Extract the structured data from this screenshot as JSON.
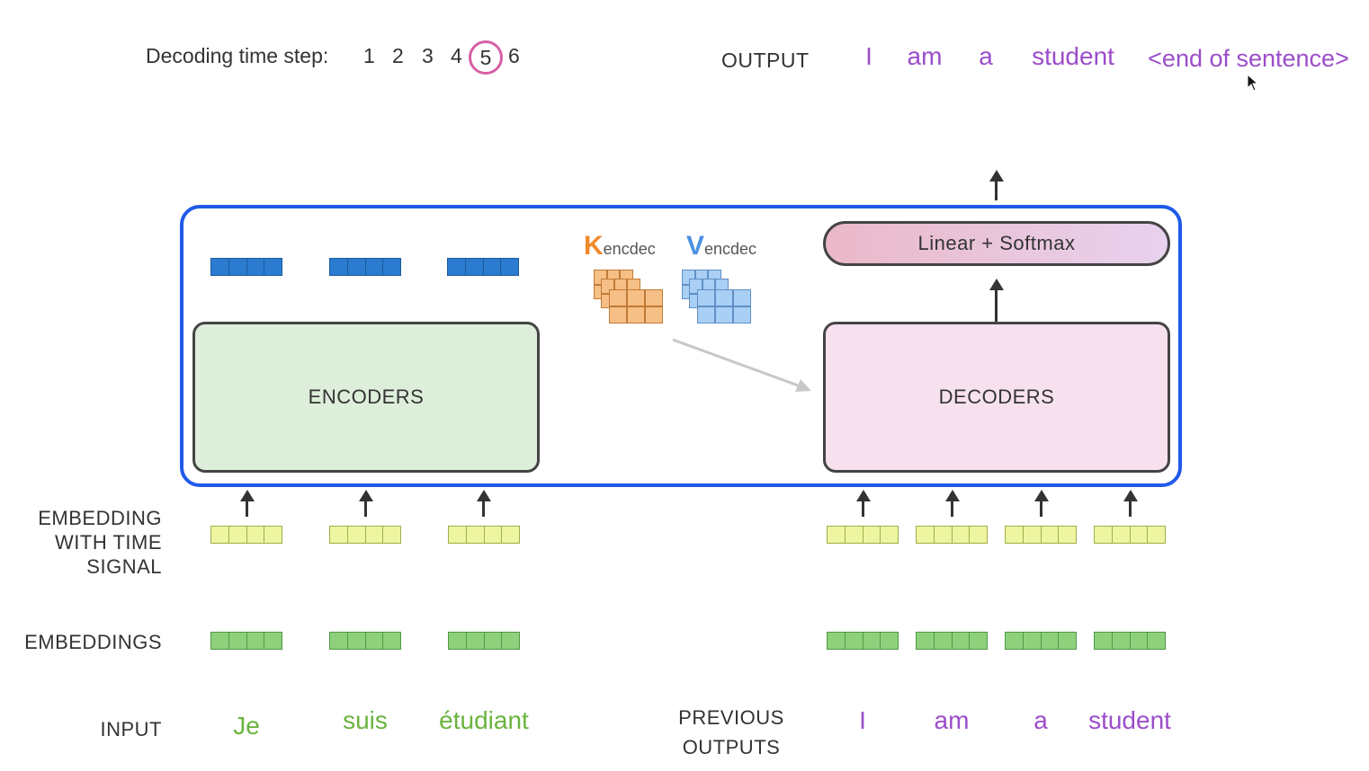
{
  "top": {
    "step_label": "Decoding time step:",
    "steps": [
      "1",
      "2",
      "3",
      "4",
      "5",
      "6"
    ],
    "current_step": "5",
    "output_label": "OUTPUT",
    "output_words": [
      "I",
      "am",
      "a",
      "student",
      "<end of sentence>"
    ]
  },
  "blocks": {
    "encoders": "ENCODERS",
    "decoders": "DECODERS",
    "linear_softmax": "Linear + Softmax",
    "k_main": "K",
    "k_sub": "encdec",
    "v_main": "V",
    "v_sub": "encdec"
  },
  "row_labels": {
    "embedding_time_1": "EMBEDDING",
    "embedding_time_2": "WITH TIME",
    "embedding_time_3": "SIGNAL",
    "embeddings": "EMBEDDINGS",
    "input": "INPUT",
    "prev_outputs_1": "PREVIOUS",
    "prev_outputs_2": "OUTPUTS"
  },
  "input_words": [
    "Je",
    "suis",
    "étudiant"
  ],
  "previous_output_words": [
    "I",
    "am",
    "a",
    "student"
  ],
  "colors": {
    "outer_border": "#1f5ae8",
    "encoder_fill": "#ddeeda",
    "decoder_fill": "#f8e1ef",
    "step_circle": "#d65fa5",
    "output_purple": "#9b4dca",
    "input_green": "#6ab43e",
    "k_orange": "#f08a2c",
    "v_blue": "#4a90e2"
  }
}
